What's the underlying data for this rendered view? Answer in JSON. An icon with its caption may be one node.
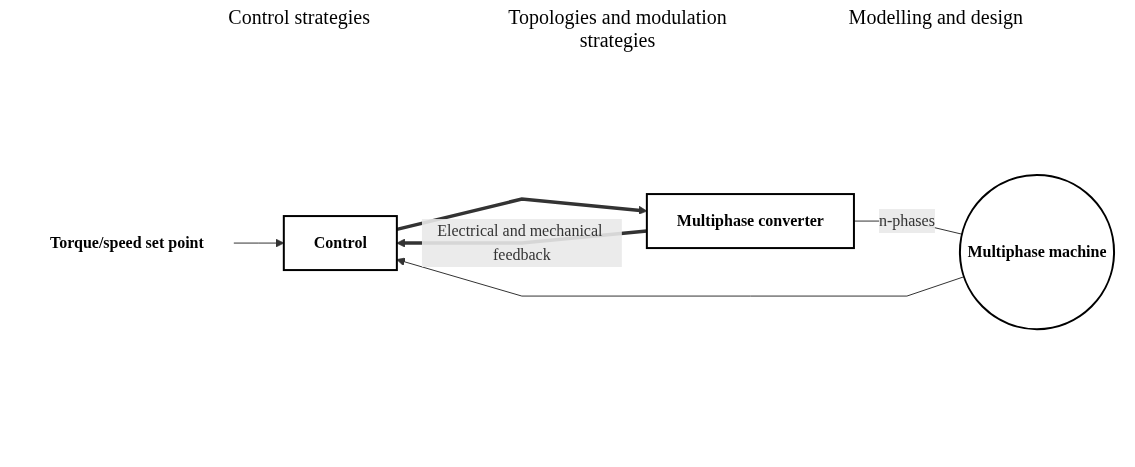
{
  "diagram": {
    "nodes": [
      {
        "text": [
          "Torque/speed set point"
        ]
      },
      {
        "text": [
          "Control"
        ]
      },
      {
        "text": [
          "Multiphase converter"
        ]
      },
      {
        "text": [
          "Multiphase machine"
        ]
      }
    ],
    "edges": [
      {
        "from": 0,
        "to": 1,
        "arrow": "to"
      },
      {
        "from": 1,
        "to": 2,
        "arrow": "to",
        "style": "thick"
      },
      {
        "from": 2,
        "to": 3,
        "arrow": "none",
        "label": "n-phases"
      },
      {
        "from": 2,
        "to": 1,
        "arrow": "to",
        "style": "thick",
        "label": "Electrical and mechanical feedback"
      },
      {
        "from": 3,
        "to": 1,
        "arrow": "to"
      }
    ],
    "labels": [
      "Control strategies",
      "Topologies and modulation strategies",
      "Modelling and design"
    ]
  }
}
